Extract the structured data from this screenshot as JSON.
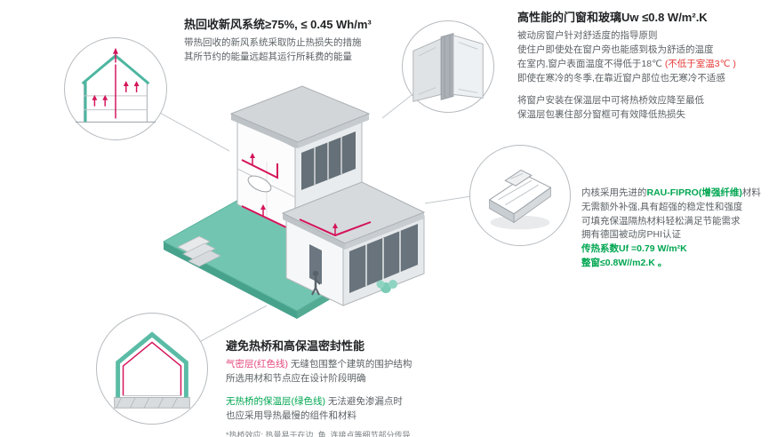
{
  "colors": {
    "teal_ground": "#6fc7b2",
    "green_accent": "#00a651",
    "duct_red": "#d4145a",
    "warning_red": "#e53935",
    "airtight_pink": "#e5487e"
  },
  "callouts": {
    "heat_recovery": {
      "title": "热回收新风系统≥75%, ≤ 0.45 Wh/m³",
      "body1": "带热回收的新风系统采取防止热损失的措施",
      "body2": "其所节约的能量远超其运行所耗费的能量"
    },
    "windows": {
      "title": "高性能的门窗和玻璃Uw ≤0.8 W/m².K",
      "body1": "被动房窗户针对舒适度的指导原则",
      "body2": "使住户即使处在窗户旁也能感到极为舒适的温度",
      "body3_pre": "在室内,窗户表面温度不得低于18℃ ",
      "body3_red": "(不低于室温3℃ )",
      "body4": "即使在寒冷的冬季,在靠近窗户部位也无寒冷不适感",
      "body5": "将窗户安装在保温层中可将热桥效应降至最低",
      "body6": "保温层包裹住部分窗框可有效降低热损失"
    },
    "frame_profile": {
      "line1_pre": "内核采用先进的",
      "line1_highlight": "RAU-FIPRO(增强纤维)",
      "line1_post": "材料",
      "line2": "无需额外补强,具有超强的稳定性和强度",
      "line3": "可填充保温隔热材料轻松满足节能需求",
      "line4": "拥有德国被动房PHI认证",
      "line5": "传热系数Uf =0.79 W/m²K",
      "line6": "整窗≤0.8W//m2.K 。"
    },
    "thermal": {
      "title": "避免热桥和高保温密封性能",
      "airtight_label": "气密层(红色线)",
      "airtight_text": " 无缝包围整个建筑的围护结构",
      "line2": "所选用材和节点应在设计阶段明确",
      "insulation_label": "无热桥的保温层(绿色线)",
      "insulation_text": " 无法避免渗漏点时",
      "line4": "也应采用导热最慢的组件和材料",
      "footnote": "*热桥效应: 热量易于在边, 角, 连接点等细节部分传导"
    }
  }
}
